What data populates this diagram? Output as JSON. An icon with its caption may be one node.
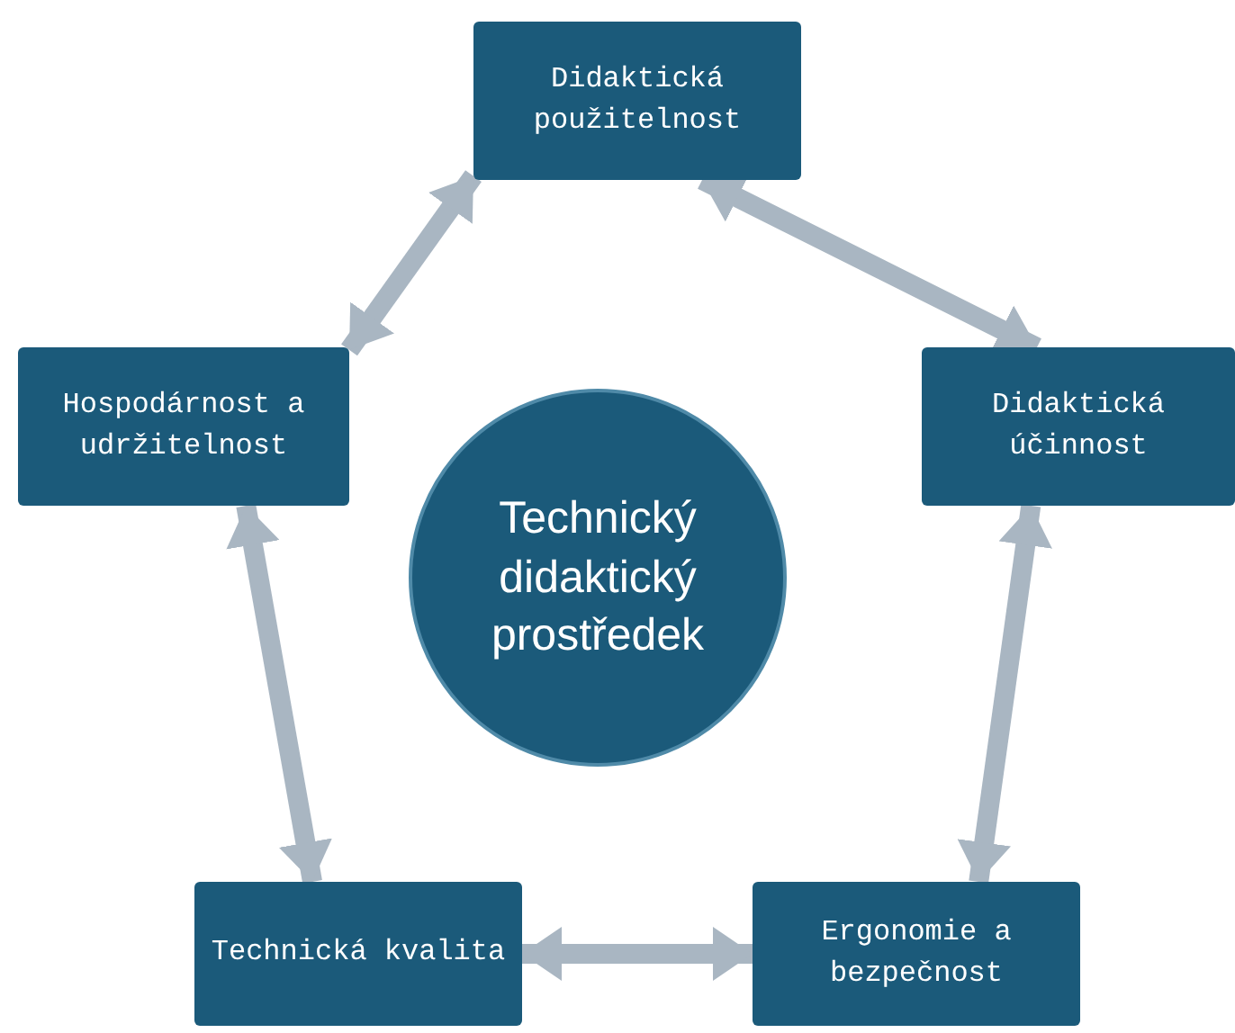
{
  "diagram": {
    "nodes": [
      {
        "text": [
          "Technický didaktický prostředek"
        ]
      },
      {
        "text": [
          "Didaktická použitelnost"
        ]
      },
      {
        "text": [
          "Didaktická účinnost"
        ]
      },
      {
        "text": [
          "Hospodárnost a udržitelnost"
        ]
      },
      {
        "text": [
          "Technická kvalita"
        ]
      },
      {
        "text": [
          "Ergonomie a bezpečnost"
        ]
      }
    ],
    "edges": [
      {
        "from": 1,
        "to": 3,
        "arrow": "both"
      },
      {
        "from": 1,
        "to": 2,
        "arrow": "both"
      },
      {
        "from": 2,
        "to": 5,
        "arrow": "both"
      },
      {
        "from": 3,
        "to": 4,
        "arrow": "both"
      },
      {
        "from": 4,
        "to": 5,
        "arrow": "both"
      }
    ]
  }
}
